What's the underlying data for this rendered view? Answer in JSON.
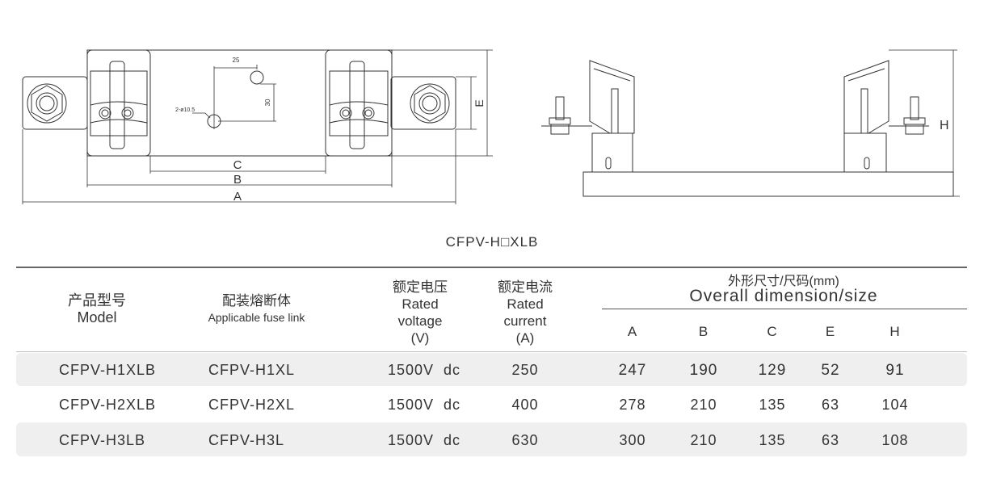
{
  "drawing": {
    "dim_labels": {
      "A": "A",
      "B": "B",
      "C": "C",
      "E": "E",
      "H": "H"
    },
    "hole_spacing_x": "25",
    "hole_spacing_y": "30",
    "hole_note": "2-ø10.5"
  },
  "title": "CFPV-H□XLB",
  "table": {
    "headers": {
      "model_cn": "产品型号",
      "model_en": "Model",
      "fuse_cn": "配装熔断体",
      "fuse_en": "Applicable fuse link",
      "voltage_cn": "额定电压",
      "voltage_en1": "Rated",
      "voltage_en2": "voltage",
      "voltage_unit": "(V)",
      "current_cn": "额定电流",
      "current_en1": "Rated",
      "current_en2": "current",
      "current_unit": "(A)",
      "dim_cn": "外形尺寸/尺码(mm)",
      "dim_en": "Overall dimension/size",
      "dims": [
        "A",
        "B",
        "C",
        "E",
        "H"
      ]
    },
    "rows": [
      {
        "model": "CFPV-H1XLB",
        "fuse": "CFPV-H1XL",
        "voltage": "1500V  dc",
        "current": "250",
        "dims": [
          "247",
          "190",
          "129",
          "52",
          "91"
        ]
      },
      {
        "model": "CFPV-H2XLB",
        "fuse": "CFPV-H2XL",
        "voltage": "1500V  dc",
        "current": "400",
        "dims": [
          "278",
          "210",
          "135",
          "63",
          "104"
        ]
      },
      {
        "model": "CFPV-H3LB",
        "fuse": "CFPV-H3L",
        "voltage": "1500V  dc",
        "current": "630",
        "dims": [
          "300",
          "210",
          "135",
          "63",
          "108"
        ]
      }
    ]
  }
}
